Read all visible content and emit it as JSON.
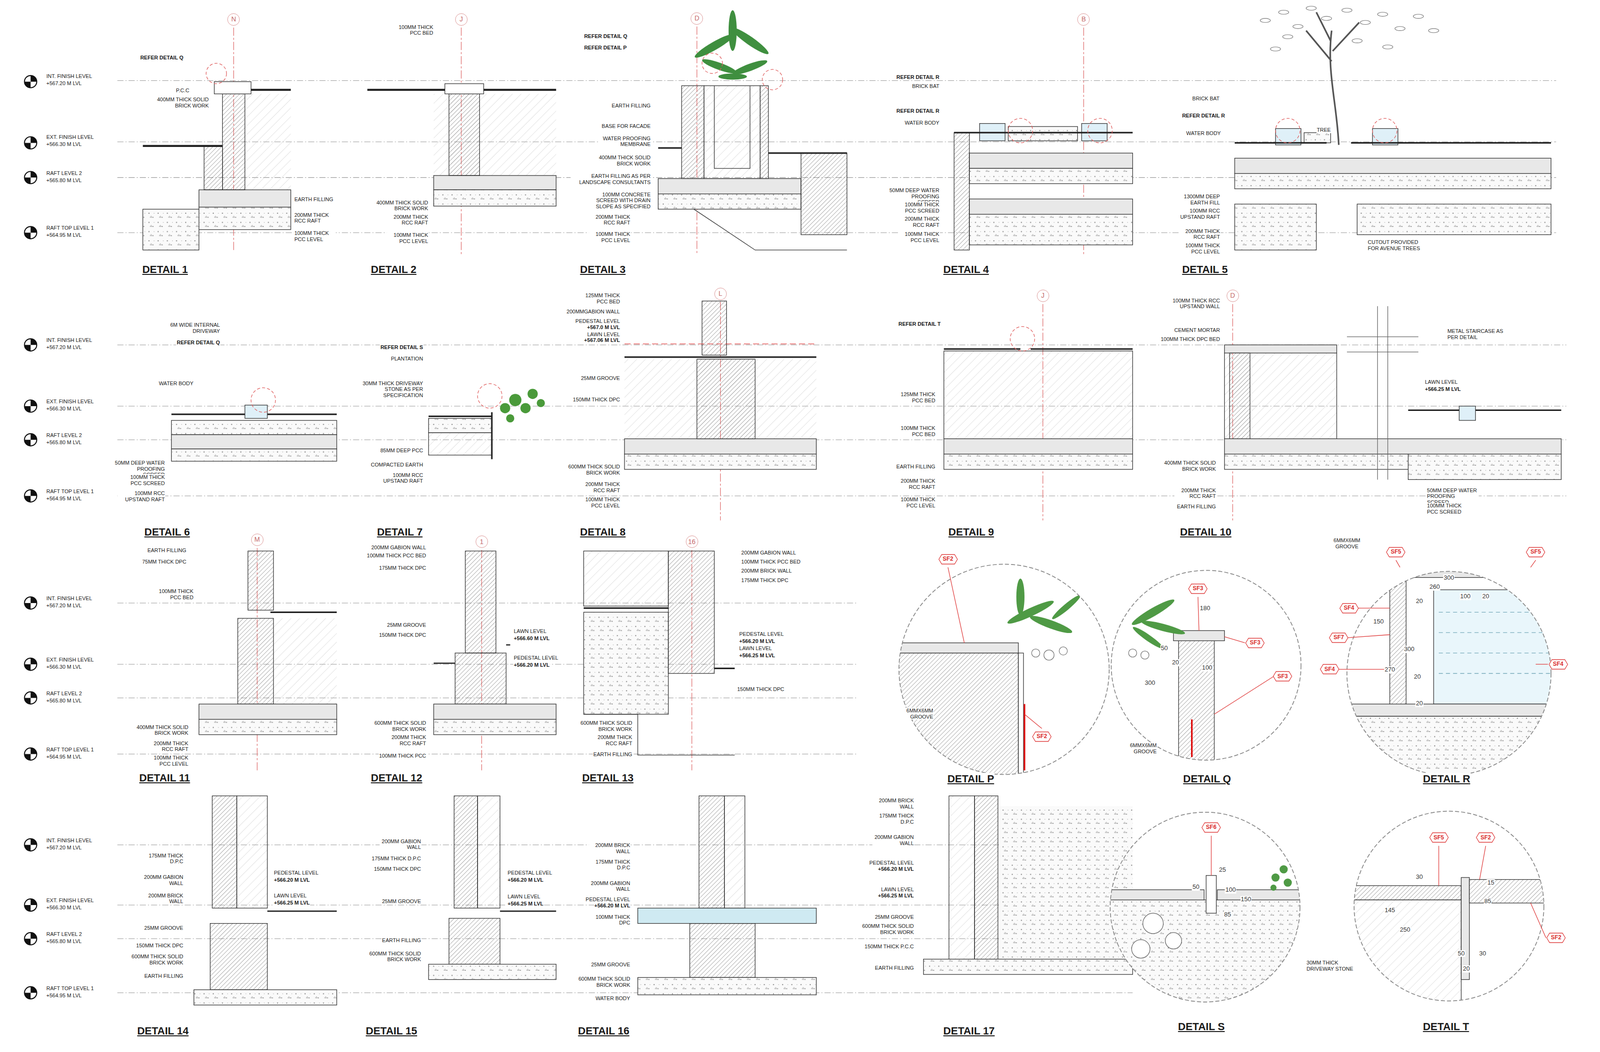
{
  "diagram": {
    "nodes": [
      {
        "text": [
          "N"
        ]
      },
      {
        "text": [
          "J"
        ]
      },
      {
        "text": [
          "D"
        ]
      },
      {
        "text": [
          "B"
        ]
      },
      {
        "text": [
          "L"
        ]
      },
      {
        "text": [
          "J"
        ]
      },
      {
        "text": [
          "D"
        ]
      },
      {
        "text": [
          "M"
        ]
      },
      {
        "text": [
          "1"
        ]
      },
      {
        "text": [
          "16"
        ]
      },
      {
        "text": [
          "SF2"
        ]
      },
      {
        "text": [
          "SF2"
        ]
      },
      {
        "text": [
          "SF3"
        ]
      },
      {
        "text": [
          "SF3"
        ]
      },
      {
        "text": [
          "SF3"
        ]
      },
      {
        "text": [
          "SF5"
        ]
      },
      {
        "text": [
          "SF5"
        ]
      },
      {
        "text": [
          "SF4"
        ]
      },
      {
        "text": [
          "SF7"
        ]
      },
      {
        "text": [
          "SF4"
        ]
      },
      {
        "text": [
          "SF4"
        ]
      },
      {
        "text": [
          "SF6"
        ]
      },
      {
        "text": [
          "SF5"
        ]
      },
      {
        "text": [
          "SF2"
        ]
      },
      {
        "text": [
          "SF2"
        ]
      }
    ],
    "labels": [
      "INT. FINISH LEVEL",
      "+567.20 M LVL",
      "EXT. FINISH LEVEL",
      "+566.30 M LVL",
      "RAFT LEVEL 2",
      "+565.80 M LVL",
      "RAFT TOP LEVEL 1",
      "+564.95 M LVL",
      "INT. FINISH LEVEL",
      "+567.20 M LVL",
      "EXT. FINISH LEVEL",
      "+566.30 M LVL",
      "RAFT LEVEL 2",
      "+565.80 M LVL",
      "RAFT TOP LEVEL 1",
      "+564.95 M LVL",
      "INT. FINISH LEVEL",
      "+567.20 M LVL",
      "EXT. FINISH LEVEL",
      "+566.30 M LVL",
      "RAFT LEVEL 2",
      "+565.80 M LVL",
      "RAFT TOP LEVEL 1",
      "+564.95 M LVL",
      "INT. FINISH LEVEL",
      "+567.20 M LVL",
      "EXT. FINISH LEVEL",
      "+566.30 M LVL",
      "RAFT LEVEL 2",
      "+565.80 M LVL",
      "RAFT TOP LEVEL 1",
      "+564.95 M LVL",
      "DETAIL 1",
      "DETAIL 2",
      "DETAIL 3",
      "DETAIL 4",
      "DETAIL 5",
      "DETAIL 6",
      "DETAIL 7",
      "DETAIL 8",
      "DETAIL 9",
      "DETAIL 10",
      "DETAIL 11",
      "DETAIL 12",
      "DETAIL 13",
      "DETAIL P",
      "DETAIL Q",
      "DETAIL R",
      "DETAIL 14",
      "DETAIL 15",
      "DETAIL 16",
      "DETAIL 17",
      "DETAIL S",
      "DETAIL T",
      "REFER DETAIL Q",
      "P.C.C",
      "400MM THICK SOLID BRICK WORK",
      "EARTH FILLING",
      "200MM THICK RCC RAFT",
      "100MM THICK PCC LEVEL",
      "100MM THICK PCC BED",
      "400MM THICK SOLID BRICK WORK",
      "200MM THICK RCC RAFT",
      "100MM THICK PCC LEVEL",
      "REFER DETAIL Q",
      "REFER DETAIL P",
      "EARTH FILLING",
      "BASE FOR FACADE",
      "WATER PROOFING MEMBRANE",
      "400MM THICK SOLID BRICK WORK",
      "EARTH FILLING AS PER LANDSCAPE CONSULTANTS",
      "100MM CONCRETE SCREED WITH DRAIN SLOPE AS SPECIFIED",
      "200MM THICK RCC RAFT",
      "100MM THICK PCC LEVEL",
      "REFER DETAIL R",
      "BRICK BAT",
      "REFER DETAIL R",
      "WATER BODY",
      "50MM DEEP WATER PROOFING SCREED",
      "100MM THICK PCC SCREED",
      "200MM THICK RCC RAFT",
      "100MM THICK PCC LEVEL",
      "BRICK BAT",
      "REFER DETAIL R",
      "WATER BODY",
      "TREE",
      "1300MM DEEP EARTH FILL",
      "100MM RCC UPSTAND RAFT",
      "200MM THICK RCC RAFT",
      "100MM THICK PCC LEVEL",
      "CUTOUT PROVIDED FOR AVENUE TREES",
      "6M WIDE INTERNAL DRIVEWAY",
      "REFER DETAIL Q",
      "WATER BODY",
      "50MM DEEP WATER PROOFING SCREED",
      "100MM THICK PCC SCREED",
      "100MM RCC UPSTAND RAFT",
      "REFER DETAIL S",
      "PLANTATION",
      "30MM THICK DRIVEWAY STONE AS PER SPECIFICATION",
      "85MM DEEP PCC",
      "COMPACTED EARTH",
      "100MM RCC UPSTAND RAFT",
      "125MM THICK PCC BED",
      "200MMGABION WALL",
      "PEDESTAL LEVEL",
      "+567.0 M LVL",
      "LAWN LEVEL",
      "+567.06 M LVL",
      "25MM GROOVE",
      "150MM THICK DPC",
      "600MM THICK SOLID BRICK WORK",
      "200MM THICK RCC RAFT",
      "100MM THICK PCC LEVEL",
      "REFER DETAIL T",
      "125MM THICK PCC BED",
      "100MM THICK PCC BED",
      "EARTH FILLING",
      "200MM THICK RCC RAFT",
      "100MM THICK PCC LEVEL",
      "100MM THICK RCC UPSTAND WALL",
      "CEMENT MORTAR",
      "100MM THICK DPC BED",
      "METAL STAIRCASE AS PER DETAIL",
      "LAWN LEVEL",
      "+566.25 M LVL",
      "400MM THICK SOLID BRICK WORK",
      "200MM THICK RCC RAFT",
      "EARTH FILLING",
      "50MM DEEP WATER PROOFING SCREED",
      "100MM THICK PCC SCREED",
      "EARTH FILLING",
      "75MM THICK DPC",
      "100MM THICK PCC BED",
      "400MM THICK SOLID BRICK WORK",
      "200MM THICK RCC RAFT",
      "100MM THICK PCC LEVEL",
      "200MM GABION WALL",
      "100MM THICK PCC BED",
      "175MM THICK DPC",
      "25MM GROOVE",
      "150MM THICK DPC",
      "LAWN LEVEL",
      "+566.60 M LVL",
      "PEDESTAL LEVEL",
      "+566.20 M LVL",
      "600MM THICK SOLID BRICK WORK",
      "200MM THICK RCC RAFT",
      "100MM THICK PCC",
      "200MM GABION WALL",
      "100MM THICK PCC BED",
      "200MM BRICK WALL",
      "175MM THICK DPC",
      "PEDESTAL LEVEL",
      "+566.20 M LVL",
      "LAWN LEVEL",
      "+566.25 M LVL",
      "150MM THICK DPC",
      "600MM THICK SOLID BRICK WORK",
      "200MM THICK RCC RAFT",
      "EARTH FILLING",
      "6MMX6MM GROOVE",
      "180",
      "50",
      "20",
      "100",
      "300",
      "6MMX6MM GROOVE",
      "6MMX6MM GROOVE",
      "300",
      "260",
      "100",
      "20",
      "20",
      "150",
      "300",
      "270",
      "20",
      "20",
      "175MM THICK D.P.C",
      "200MM GABION WALL",
      "200MM BRICK WALL",
      "PEDESTAL LEVEL",
      "+566.20 M LVL",
      "LAWN LEVEL",
      "+566.25 M LVL",
      "25MM GROOVE",
      "150MM THICK DPC",
      "600MM THICK SOLID BRICK WORK",
      "EARTH FILLING",
      "200MM GABION WALL",
      "175MM THICK D.P.C",
      "150MM THICK DPC",
      "25MM GROOVE",
      "PEDESTAL LEVEL",
      "+566.20 M LVL",
      "LAWN LEVEL",
      "+566.25 M LVL",
      "EARTH FILLING",
      "600MM THICK SOLID BRICK WORK",
      "200MM BRICK WALL",
      "175MM THICK D.P.C",
      "200MM GABION WALL",
      "PEDESTAL LEVEL",
      "+566.20 M LVL",
      "100MM THICK DPC",
      "25MM GROOVE",
      "600MM THICK SOLID BRICK WORK",
      "WATER BODY",
      "200MM BRICK WALL",
      "175MM THICK D.P.C",
      "200MM GABION WALL",
      "PEDESTAL LEVEL",
      "+566.20 M LVL",
      "LAWN LEVEL",
      "+566.25 M LVL",
      "25MM GROOVE",
      "600MM THICK SOLID BRICK WORK",
      "150MM THICK P.C.C",
      "EARTH FILLING",
      "25",
      "50",
      "100",
      "150",
      "85",
      "30MM THICK DRIVEWAY STONE",
      "30",
      "15",
      "85",
      "145",
      "250",
      "50",
      "30",
      "20"
    ]
  }
}
